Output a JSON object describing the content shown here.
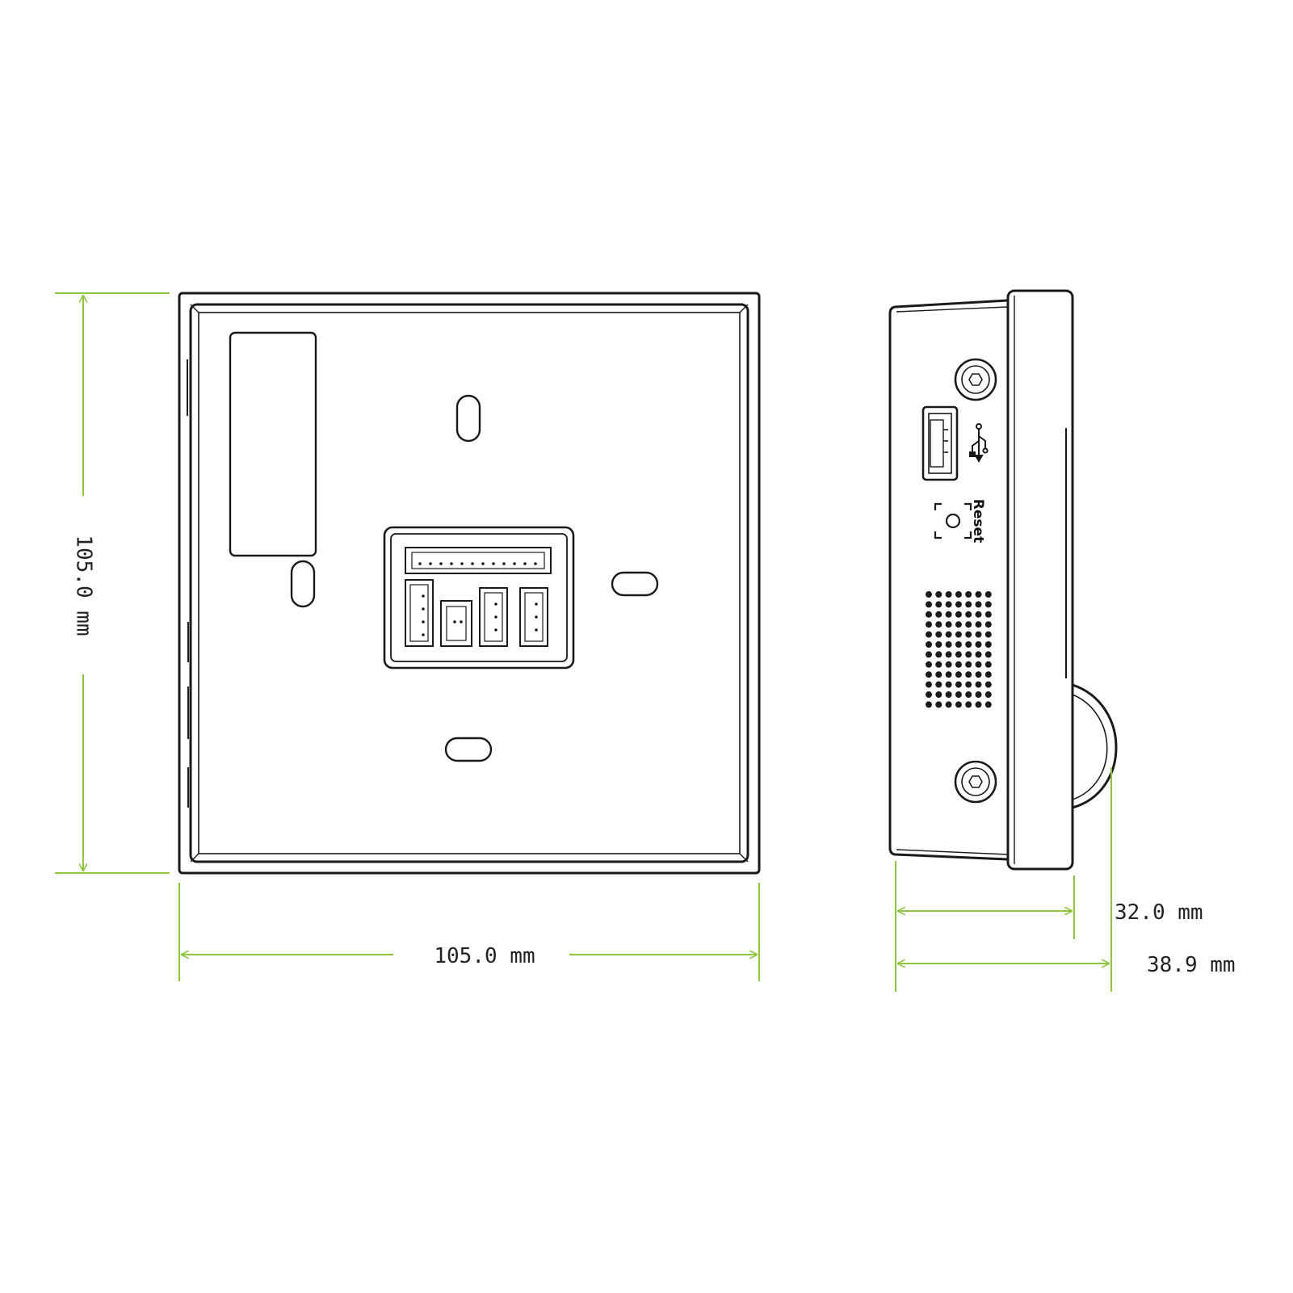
{
  "dimensions": {
    "height_label": "105.0 mm",
    "width_label": "105.0 mm",
    "depth_label": "32.0 mm",
    "total_depth_label": "38.9 mm"
  },
  "side_view": {
    "reset_label": "Reset"
  },
  "colors": {
    "dimension_line": "#8cc63f",
    "outline": "#1a1a1a",
    "background": "#ffffff"
  }
}
